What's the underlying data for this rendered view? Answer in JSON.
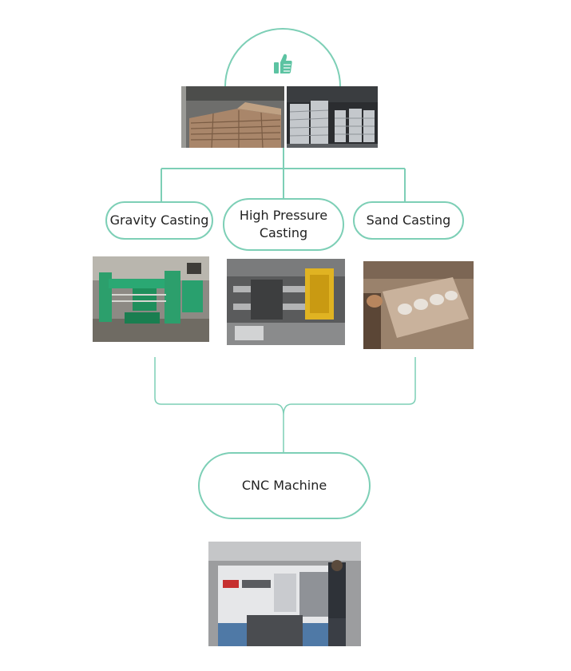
{
  "diagram": {
    "accent_color": "#7dcfb6",
    "top_icon": "thumbs-up-icon",
    "top_photos": [
      "aluminum-ingot-stacks-photo",
      "aluminum-ingot-warehouse-photo"
    ],
    "casting_methods": [
      {
        "label": "Gravity Casting",
        "photo": "gravity-casting-machine-photo"
      },
      {
        "label": "High Pressure\nCasting",
        "photo": "high-pressure-die-casting-machine-photo"
      },
      {
        "label": "Sand Casting",
        "photo": "sand-casting-mold-photo"
      }
    ],
    "final_step": {
      "label": "CNC Machine",
      "photo": "cnc-lathe-photo"
    }
  }
}
